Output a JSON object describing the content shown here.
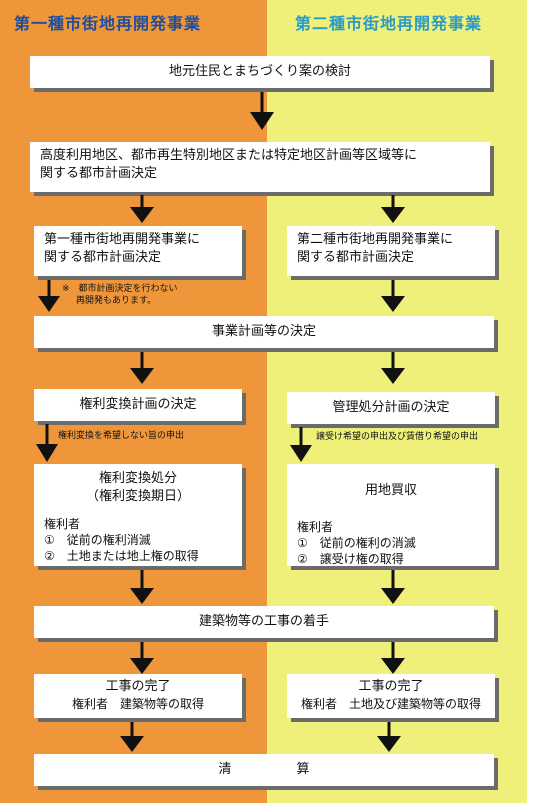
{
  "columns": {
    "left_title": "第一種市街地再開発事業",
    "right_title": "第二種市街地再開発事業",
    "left_color": "#f0963a",
    "right_color": "#eef07a"
  },
  "steps": {
    "step1": "地元住民とまちづくり案の検討",
    "step2_line1": "高度利用地区、都市再生特別地区または特定地区計画等区域等に",
    "step2_line2": "関する都市計画決定",
    "step3_left_line1": "第一種市街地再開発事業に",
    "step3_left_line2": "関する都市計画決定",
    "step3_right_line1": "第二種市街地再開発事業に",
    "step3_right_line2": "関する都市計画決定",
    "note1_line1": "※　都市計画決定を行わない",
    "note1_line2": "再開発もあります。",
    "step4": "事業計画等の決定",
    "step5_left": "権利変換計画の決定",
    "step5_right": "管理処分計画の決定",
    "note2_left": "権利変換を希望しない旨の申出",
    "note2_right": "譲受け希望の申出及び賃借り希望の申出",
    "step6_left_title1": "権利変換処分",
    "step6_left_title2": "（権利変換期日）",
    "step6_left_holder": "権利者",
    "step6_left_item1": "①　従前の権利消滅",
    "step6_left_item2": "②　土地または地上権の取得",
    "step6_right_title": "用地買収",
    "step6_right_holder": "権利者",
    "step6_right_item1": "①　従前の権利の消滅",
    "step6_right_item2": "②　譲受け権の取得",
    "step7": "建築物等の工事の着手",
    "step8_left_title": "工事の完了",
    "step8_left_sub": "権利者　建築物等の取得",
    "step8_right_title": "工事の完了",
    "step8_right_sub": "権利者　土地及び建築物等の取得",
    "step9": "清　　　　　算"
  }
}
